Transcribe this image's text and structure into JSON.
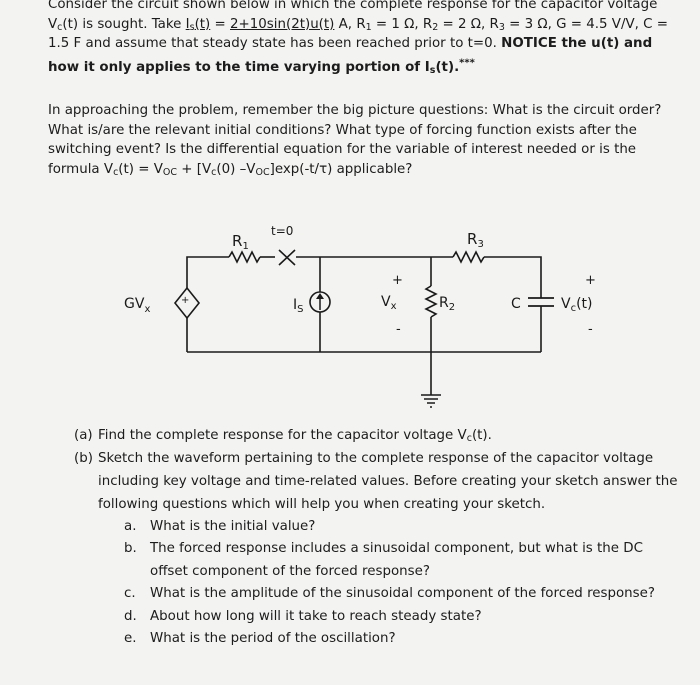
{
  "problem": {
    "intro": {
      "t1": "Consider the circuit shown below in which the complete response for the capacitor voltage V",
      "t1_sub": "c",
      "t2": "(t) is sought. Take ",
      "is_label": "I",
      "is_sub": "s",
      "is_t": "(t)",
      "eq": " = ",
      "is_expr": "2+10sin(2t)u(t)",
      "t3": " A, R",
      "r1_sub": "1",
      "r1_val": " = 1 Ω, R",
      "r2_sub": "2",
      "r2_val": " = 2 Ω, R",
      "r3_sub": "3",
      "r3_val": " = 3 Ω, G = 4.5 V/V, C = 1.5 F and assume that steady state has been reached prior to t=0. ",
      "notice": "NOTICE the u(t) and how it only applies to the time varying portion of I",
      "notice_sub": "s",
      "notice_end": "(t).",
      "stars": "***"
    },
    "approach": {
      "text1": "In approaching the problem, remember the big picture questions: What is the circuit order? What is/are the relevant initial conditions? What type of forcing function exists after the switching event? Is the differential equation for the variable of interest needed or is the formula V",
      "c1": "c",
      "text2": "(t) = V",
      "oc1": "OC",
      "text3": " + [V",
      "c2": "c",
      "text4": "(0) –V",
      "oc2": "OC",
      "text5": "]exp(-t/τ) applicable?"
    }
  },
  "circuit": {
    "r1": "R",
    "r1_sub": "1",
    "switch": "t=0",
    "r3": "R",
    "r3_sub": "3",
    "source_label": "GV",
    "source_sub": "x",
    "is_label": "I",
    "is_sub": "S",
    "vx_label": "V",
    "vx_sub": "x",
    "r2": "R",
    "r2_sub": "2",
    "c_label": "C",
    "vc_label": "V",
    "vc_sub": "c",
    "vc_t": "(t)",
    "plus": "+",
    "minus": "-"
  },
  "questions": {
    "a": {
      "label": "(a)",
      "text": "Find the complete response for the capacitor voltage V",
      "sub": "c",
      "end": "(t)."
    },
    "b": {
      "label": "(b)",
      "text": "Sketch the waveform pertaining to the complete response of the capacitor voltage including key voltage and time-related values. Before creating your sketch answer the following questions which will help you when creating your sketch.",
      "items": [
        {
          "label": "a.",
          "text": "What is the initial value?"
        },
        {
          "label": "b.",
          "text": "The forced response includes a sinusoidal component, but what is the DC offset component of the forced response?"
        },
        {
          "label": "c.",
          "text": "What is the amplitude of the sinusoidal component of the forced response?"
        },
        {
          "label": "d.",
          "text": "About how long will it take to reach steady state?"
        },
        {
          "label": "e.",
          "text": "What is the period of the oscillation?"
        }
      ]
    }
  }
}
